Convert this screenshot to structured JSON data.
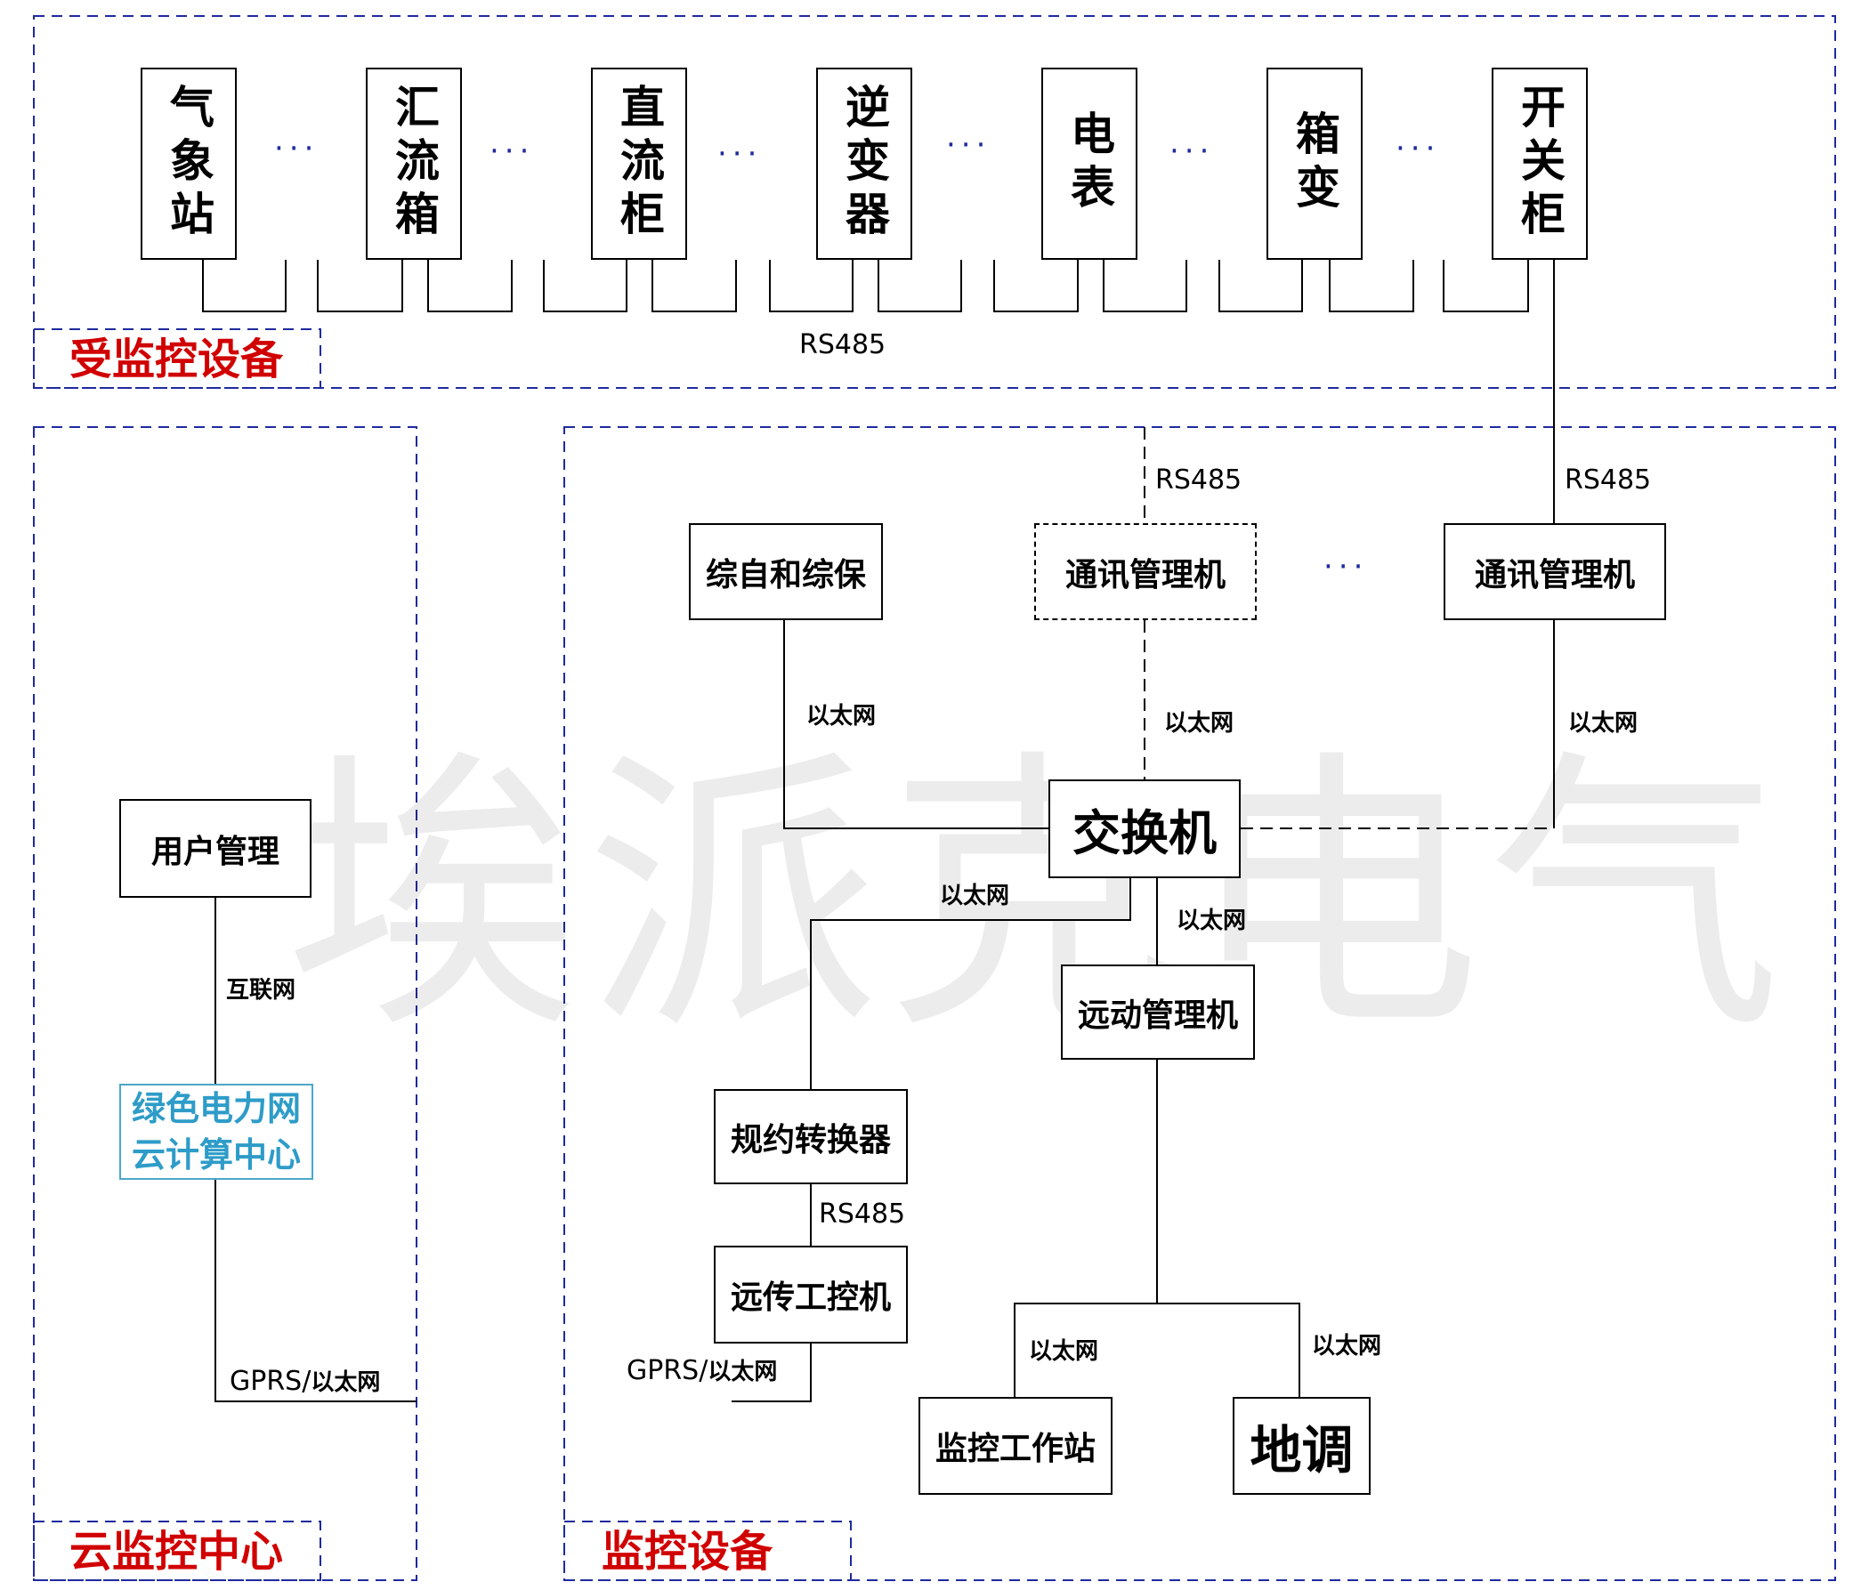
{
  "watermark": "埃派克电气",
  "regions": {
    "monitored": "受监控设备",
    "cloud": "云监控中心",
    "monitoring": "监控设备"
  },
  "field_devices": [
    "气象站",
    "汇流箱",
    "直流柜",
    "逆变器",
    "电表",
    "箱变",
    "开关柜"
  ],
  "ellipsis": "···",
  "boxes": {
    "integrated_protection": "综自和综保",
    "comm_manager_1": "通讯管理机",
    "comm_manager_2": "通讯管理机",
    "switch": "交换机",
    "telecontrol_manager": "远动管理机",
    "protocol_converter": "规约转换器",
    "remote_ipc": "远传工控机",
    "monitoring_station": "监控工作站",
    "dispatch": "地调",
    "user_management": "用户管理",
    "cloud_center_line1": "绿色电力网",
    "cloud_center_line2": "云计算中心"
  },
  "links": {
    "rs485": "RS485",
    "ethernet": "以太网",
    "internet": "互联网",
    "gprs": "GPRS/",
    "gprs_eth": "以太网"
  },
  "colors": {
    "region_border": "#1f2a9e",
    "region_label": "#d10000",
    "cloud_text": "#2e9cc8"
  }
}
